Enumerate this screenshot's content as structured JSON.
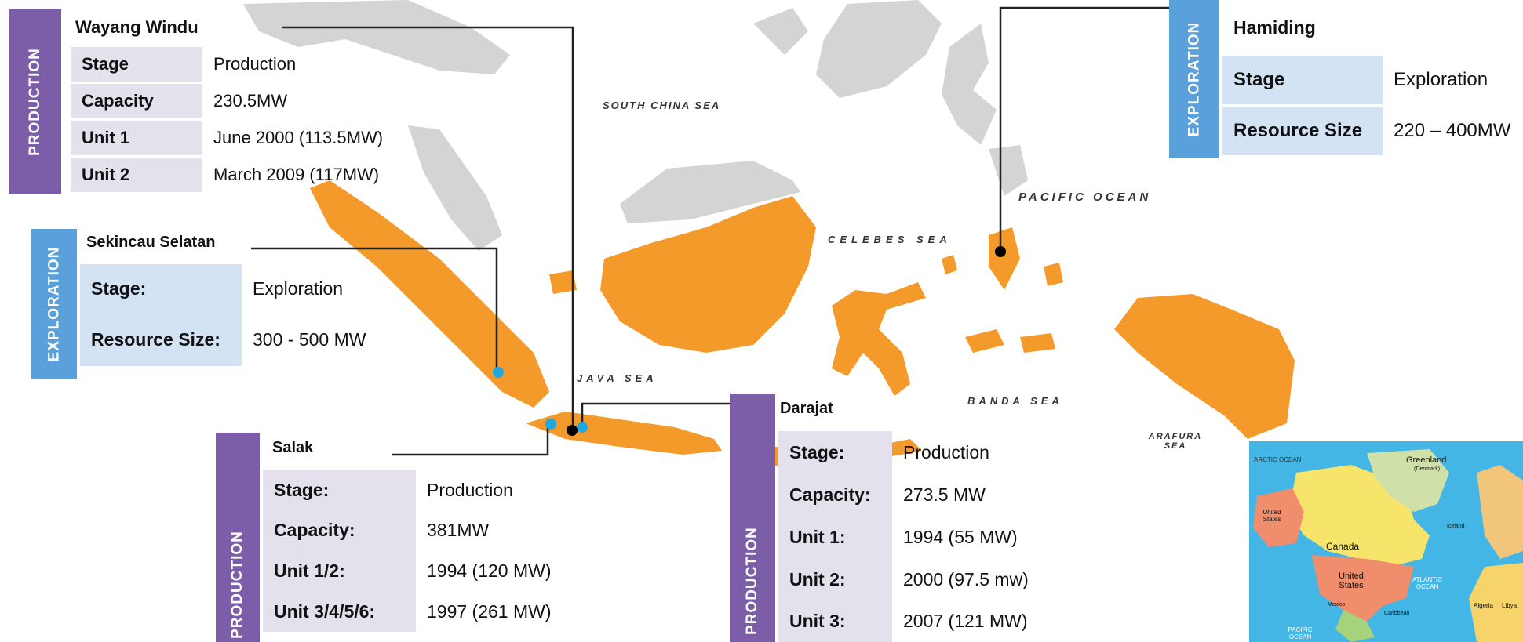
{
  "map_labels": {
    "south_china_sea": "SOUTH CHINA SEA",
    "pacific_ocean": "PACIFIC OCEAN",
    "celebes_sea": "CELEBES SEA",
    "java_sea": "JAVA SEA",
    "banda_sea": "BANDA SEA",
    "arafura_sea": "ARAFURA SEA"
  },
  "colors": {
    "production": "#7b5ea7",
    "exploration": "#5aa0db",
    "land_indonesia": "#f39a2b",
    "land_other": "#d4d4d4",
    "marker_blue": "#1fa8e0",
    "marker_black": "#000000"
  },
  "panels": {
    "wayang_windu": {
      "side": "PRODUCTION",
      "title": "Wayang Windu",
      "rows": [
        {
          "label": "Stage",
          "value": "Production"
        },
        {
          "label": "Capacity",
          "value": "230.5MW"
        },
        {
          "label": "Unit 1",
          "value": "June 2000 (113.5MW)"
        },
        {
          "label": "Unit 2",
          "value": "March 2009 (117MW)"
        }
      ]
    },
    "sekincau": {
      "side": "EXPLORATION",
      "title": "Sekincau Selatan",
      "rows": [
        {
          "label": "Stage:",
          "value": "Exploration"
        },
        {
          "label": "Resource Size:",
          "value": "300 - 500 MW"
        }
      ]
    },
    "salak": {
      "side": "PRODUCTION",
      "title": "Salak",
      "rows": [
        {
          "label": "Stage:",
          "value": "Production"
        },
        {
          "label": "Capacity:",
          "value": "381MW"
        },
        {
          "label": "Unit 1/2:",
          "value": "1994 (120 MW)"
        },
        {
          "label": "Unit 3/4/5/6:",
          "value": "1997 (261 MW)"
        }
      ]
    },
    "darajat": {
      "side": "PRODUCTION",
      "title": "Darajat",
      "rows": [
        {
          "label": "Stage:",
          "value": "Production"
        },
        {
          "label": "Capacity:",
          "value": "273.5 MW"
        },
        {
          "label": "Unit 1:",
          "value": "1994 (55 MW)"
        },
        {
          "label": "Unit 2:",
          "value": "2000 (97.5 mw)"
        },
        {
          "label": "Unit 3:",
          "value": "2007 (121 MW)"
        }
      ]
    },
    "hamiding": {
      "side": "EXPLORATION",
      "title": "Hamiding",
      "rows": [
        {
          "label": "Stage",
          "value": "Exploration"
        },
        {
          "label": "Resource Size",
          "value": "220 – 400MW"
        }
      ]
    }
  },
  "inset": {
    "arctic_ocean": "ARCTIC OCEAN",
    "greenland": "Greenland",
    "greenland_sub": "(Denmark)",
    "canada": "Canada",
    "us1": "United States",
    "us2": "United States",
    "atlantic": "ATLANTIC OCEAN",
    "pacific": "PACIFIC OCEAN",
    "iceland": "Iceland",
    "algeria": "Algeria",
    "libya": "Libya",
    "mexico": "Mexico",
    "caribbean": "Caribbean"
  }
}
